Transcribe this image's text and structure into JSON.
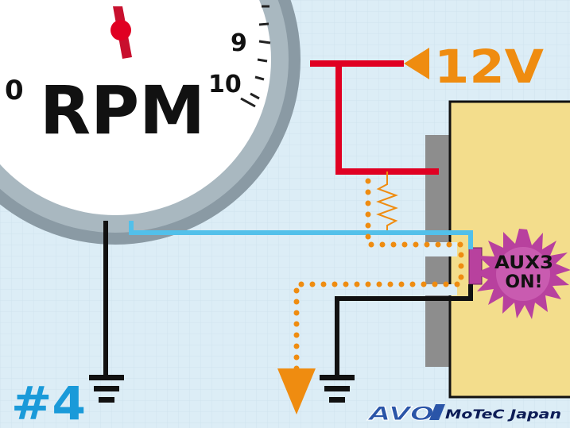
{
  "gauge": {
    "label": "RPM",
    "ticks": [
      "0",
      "9",
      "10"
    ]
  },
  "supply": {
    "label": "12V",
    "color": "#ef8c10"
  },
  "module": {
    "badge_line1": "AUX3",
    "badge_line2": "ON!"
  },
  "diagram_number": "#4",
  "brand": {
    "avo": "AVO",
    "motec": "MoTeC Japan"
  },
  "colors": {
    "background": "#dcedf6",
    "supply_wire": "#e00022",
    "signal_wire": "#52c0ea",
    "ground_wire": "#111111",
    "dotted_path": "#ef8c10",
    "module_body": "#f3dd8c",
    "burst": "#b8419e",
    "diagram_number": "#1a9ad9"
  }
}
